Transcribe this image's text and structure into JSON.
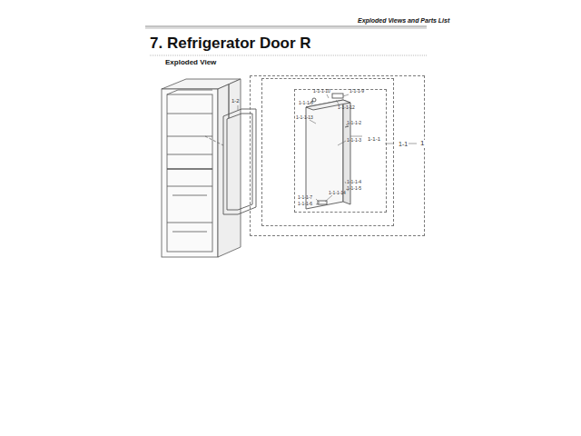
{
  "diagram": {
    "title": "7. Refrigerator Door R",
    "nodes": [
      {
        "text": [
          "1"
        ]
      },
      {
        "text": [
          "1-1"
        ],
        "in": 0
      },
      {
        "text": [
          "1-1-1"
        ],
        "in": 1
      }
    ],
    "labels": [
      "Exploded Views and Parts List",
      "Exploded View",
      "1-2",
      "1-1-1-10",
      "1-1-1-9",
      "1-1-1-12",
      "1-1-1-8",
      "1-1-1-13",
      "1-1-1-2",
      "1-1-1-3",
      "1-1-1-4",
      "1-1-1-5",
      "1-1-1-14",
      "1-1-1-7",
      "1-1-1-6"
    ]
  }
}
